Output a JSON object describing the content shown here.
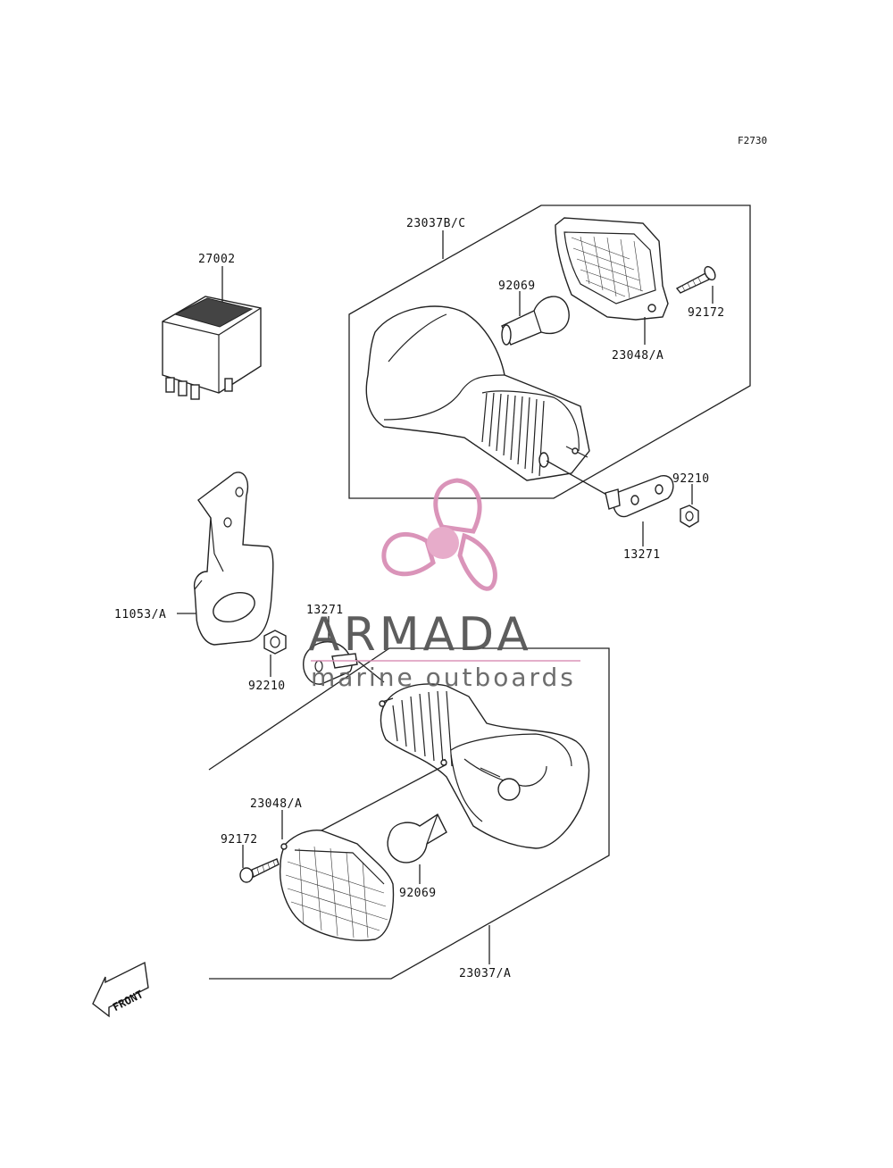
{
  "diagram_code": "F2730",
  "watermark": {
    "brand": "ARMADA",
    "tagline": "marine outboards",
    "colors": {
      "logo": "#d98fb6",
      "logo_center": "#e6a8c8",
      "text": "#555555",
      "rule": "#d98fb6"
    }
  },
  "direction_label": "FRONT",
  "parts": [
    {
      "id": "p27002",
      "number": "27002",
      "icon": "relay-icon"
    },
    {
      "id": "p23037bc",
      "number": "23037B/C",
      "icon": "turn-signal-assembly-icon"
    },
    {
      "id": "p92069_top",
      "number": "92069",
      "icon": "bulb-icon"
    },
    {
      "id": "p92172_top",
      "number": "92172",
      "icon": "screw-icon"
    },
    {
      "id": "p23048_top",
      "number": "23048/A",
      "icon": "lens-icon"
    },
    {
      "id": "p92210_right",
      "number": "92210",
      "icon": "nut-icon"
    },
    {
      "id": "p13271_right",
      "number": "13271",
      "icon": "washer-plate-icon"
    },
    {
      "id": "p11053",
      "number": "11053/A",
      "icon": "bracket-icon"
    },
    {
      "id": "p13271_left",
      "number": "13271",
      "icon": "washer-plate-icon"
    },
    {
      "id": "p92210_left",
      "number": "92210",
      "icon": "nut-icon"
    },
    {
      "id": "p23048_bottom",
      "number": "23048/A",
      "icon": "lens-icon"
    },
    {
      "id": "p92172_bottom",
      "number": "92172",
      "icon": "screw-icon"
    },
    {
      "id": "p92069_bottom",
      "number": "92069",
      "icon": "bulb-icon"
    },
    {
      "id": "p23037a",
      "number": "23037/A",
      "icon": "turn-signal-assembly-icon"
    }
  ]
}
